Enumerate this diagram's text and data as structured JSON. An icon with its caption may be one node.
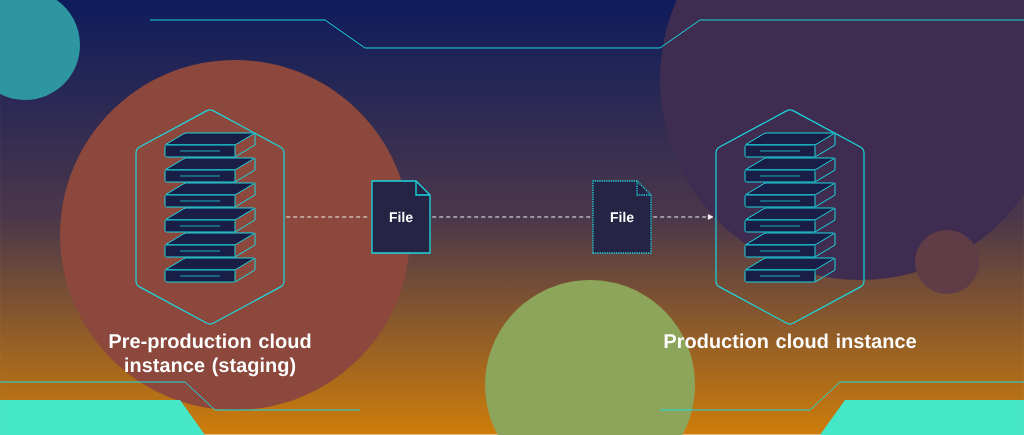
{
  "diagram": {
    "nodes": [
      {
        "text": [
          "Pre-production cloud instance (staging)"
        ]
      },
      {
        "text": [
          "File"
        ]
      },
      {
        "text": [
          "File"
        ]
      },
      {
        "text": [
          "Production cloud instance"
        ]
      }
    ],
    "edges": [
      {
        "from": 0,
        "to": 1,
        "arrow": "none",
        "style": "dashed"
      },
      {
        "from": 1,
        "to": 2,
        "arrow": "none",
        "style": "dashed"
      },
      {
        "from": 2,
        "to": 3,
        "arrow": "to",
        "style": "dashed"
      }
    ]
  }
}
